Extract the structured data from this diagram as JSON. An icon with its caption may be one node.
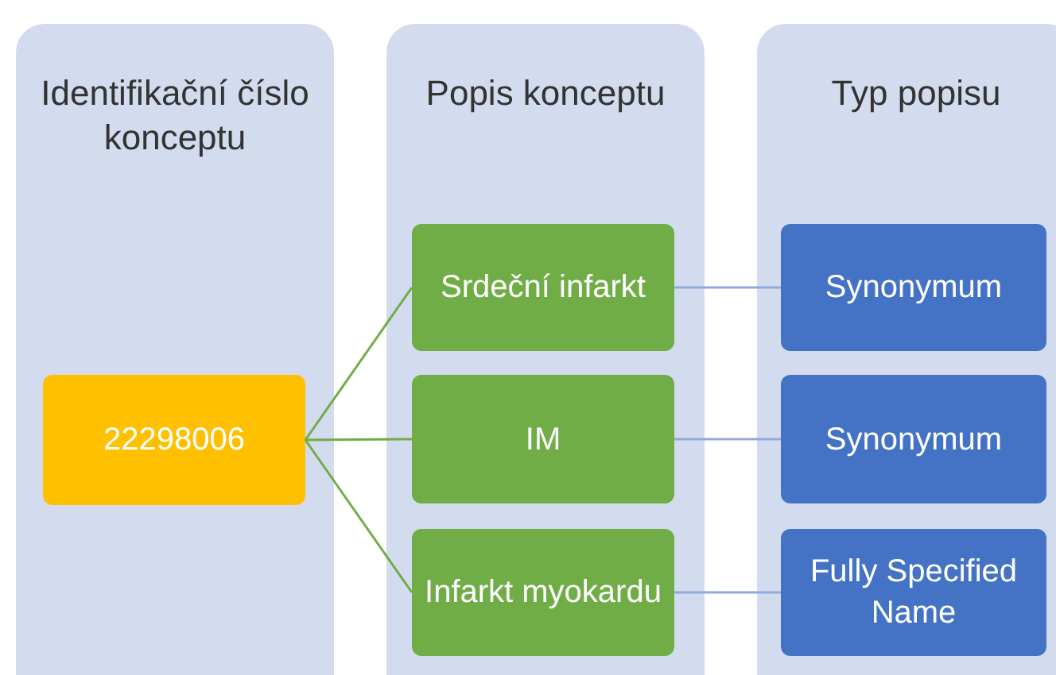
{
  "diagram": {
    "nodes": [
      {
        "text": [
          "Identifikační číslo konceptu"
        ]
      },
      {
        "text": [
          "Popis konceptu"
        ]
      },
      {
        "text": [
          "Typ popisu"
        ]
      },
      {
        "text": [
          "22298006"
        ],
        "in": 0
      },
      {
        "text": [
          "Srdeční infarkt"
        ],
        "in": 1
      },
      {
        "text": [
          "IM"
        ],
        "in": 1
      },
      {
        "text": [
          "Infarkt myokardu"
        ],
        "in": 1
      },
      {
        "text": [
          "Synonymum"
        ],
        "in": 2
      },
      {
        "text": [
          "Synonymum"
        ],
        "in": 2
      },
      {
        "text": [
          "Fully Specified Name"
        ],
        "in": 2
      }
    ],
    "edges": [
      {
        "from": 3,
        "to": 4,
        "arrow": "none",
        "color": "#70ad47"
      },
      {
        "from": 3,
        "to": 5,
        "arrow": "none",
        "color": "#70ad47"
      },
      {
        "from": 3,
        "to": 6,
        "arrow": "none",
        "color": "#70ad47"
      },
      {
        "from": 4,
        "to": 7,
        "arrow": "none",
        "color": "#8faadc"
      },
      {
        "from": 5,
        "to": 8,
        "arrow": "none",
        "color": "#8faadc"
      },
      {
        "from": 6,
        "to": 9,
        "arrow": "none",
        "color": "#8faadc"
      }
    ]
  }
}
